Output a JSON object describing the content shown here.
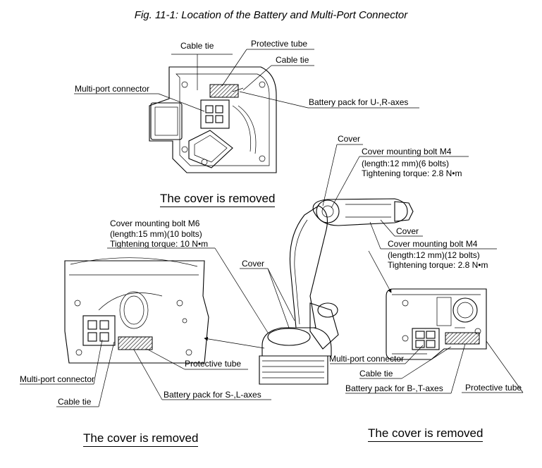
{
  "figure": {
    "title": "Fig. 11-1: Location of the Battery and Multi-Port Connector"
  },
  "top_view": {
    "cable_tie_1": "Cable tie",
    "protective_tube": "Protective tube",
    "cable_tie_2": "Cable tie",
    "multi_port_connector": "Multi-port connector",
    "battery_pack": "Battery pack for U-,R-axes",
    "caption": "The cover is removed"
  },
  "robot": {
    "cover_top": "Cover",
    "bolt_m4_a_line1": "Cover mounting bolt M4",
    "bolt_m4_a_line2": "(length:12 mm)(6 bolts)",
    "bolt_m4_a_line3": "Tightening torque: 2.8 N•m",
    "cover_right": "Cover",
    "bolt_m4_b_line1": "Cover mounting bolt M4",
    "bolt_m4_b_line2": "(length:12 mm)(12 bolts)",
    "bolt_m4_b_line3": "Tightening torque: 2.8 N•m",
    "cover_base": "Cover",
    "bolt_m6_line1": "Cover mounting bolt M6",
    "bolt_m6_line2": "(length:15 mm)(10 bolts)",
    "bolt_m6_line3": "Tightening torque: 10 N•m"
  },
  "left_view": {
    "protective_tube": "Protective tube",
    "multi_port_connector": "Multi-port connector",
    "cable_tie": "Cable tie",
    "battery_pack": "Battery pack for S-,L-axes",
    "caption": "The cover is removed"
  },
  "right_view": {
    "multi_port_connector": "Multi-port connector",
    "cable_tie": "Cable tie",
    "battery_pack": "Battery pack for B-,T-axes",
    "protective_tube": "Protective tube",
    "caption": "The cover is removed"
  }
}
